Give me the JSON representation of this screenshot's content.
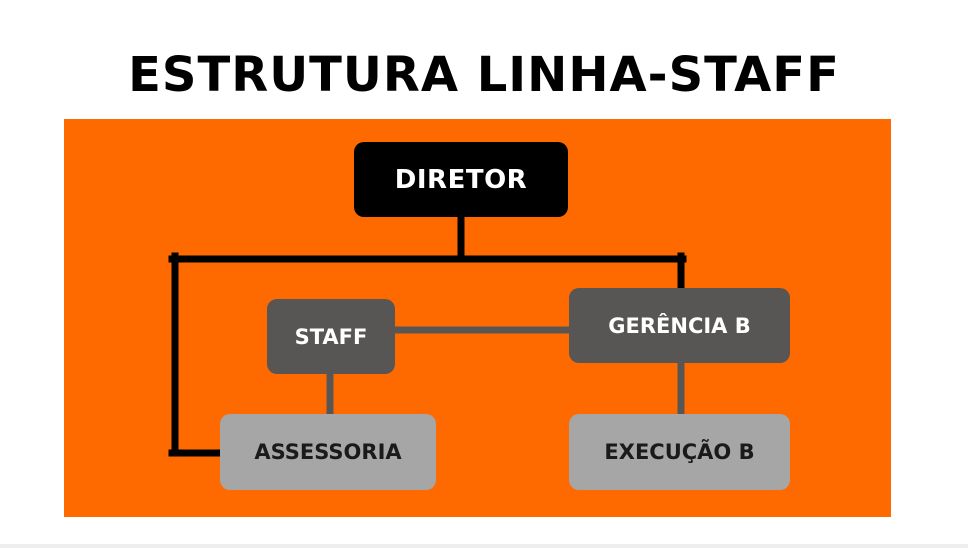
{
  "title": "ESTRUTURA LINHA-STAFF",
  "colors": {
    "background": "#ff6a00",
    "director_box": "#000000",
    "director_text": "#ffffff",
    "mid_box": "#585555",
    "mid_text": "#ffffff",
    "lower_box": "#a6a6a6",
    "lower_text": "#1a1a1a",
    "line_connector": "#000000",
    "staff_connector": "#585555"
  },
  "nodes": {
    "director": "DIRETOR",
    "staff": "STAFF",
    "gerencia": "GERÊNCIA B",
    "assessoria": "ASSESSORIA",
    "execucao": "EXECUÇÃO B"
  }
}
